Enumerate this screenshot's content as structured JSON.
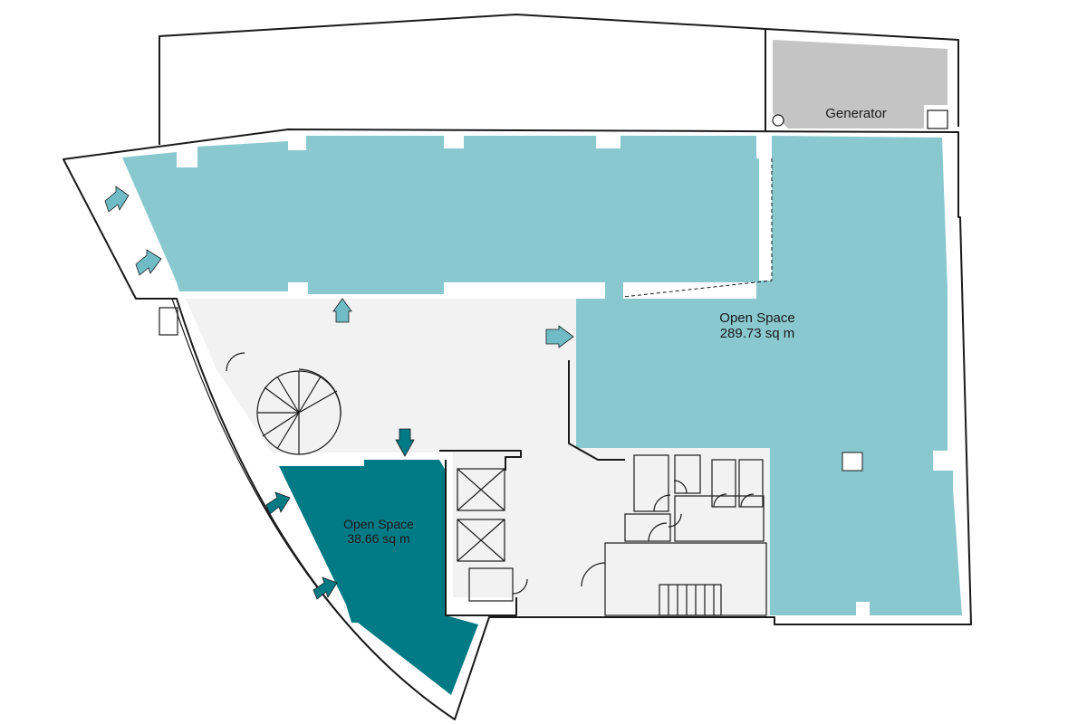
{
  "colors": {
    "open_space_light": "#8ac8d0",
    "open_space_dark": "#007b86",
    "circulation": "#f2f2f2",
    "generator": "#c4c4c4",
    "arrow": "#6fbcc6",
    "wall": "#1a1a1a"
  },
  "generator": {
    "label": "Generator"
  },
  "open_space_large": {
    "name": "Open Space",
    "area": "289.73 sq m"
  },
  "open_space_small": {
    "name": "Open Space",
    "area": "38.66 sq m"
  },
  "icons": [
    "arrow-right-icon",
    "arrow-up-icon",
    "arrow-down-icon"
  ]
}
